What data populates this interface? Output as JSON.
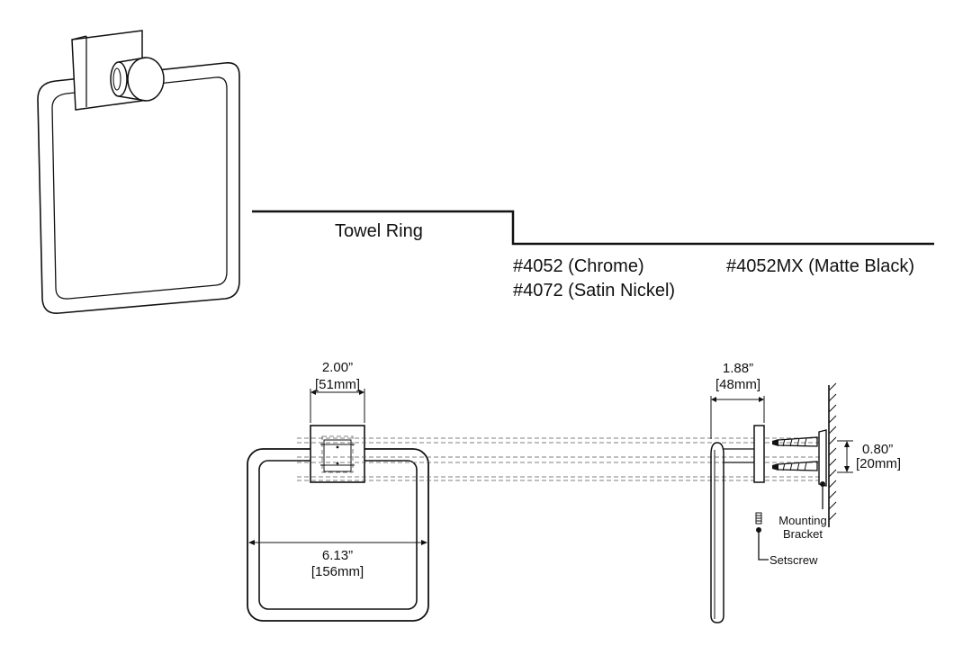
{
  "product": {
    "name": "Towel Ring",
    "models": {
      "chrome": "#4052 (Chrome)",
      "satin_nickel": "#4072 (Satin Nickel)",
      "matte_black": "#4052MX (Matte Black)"
    }
  },
  "dimensions": {
    "plate_width": {
      "in": "2.00”",
      "mm": "[51mm]"
    },
    "ring_width": {
      "in": "6.13”",
      "mm": "[156mm]"
    },
    "projection": {
      "in": "1.88”",
      "mm": "[48mm]"
    },
    "bracket_height": {
      "in": "0.80”",
      "mm": "[20mm]"
    }
  },
  "callouts": {
    "setscrew": "Setscrew",
    "mounting_bracket_line1": "Mounting",
    "mounting_bracket_line2": "Bracket"
  },
  "colors": {
    "line": "#111111",
    "background": "#ffffff"
  }
}
